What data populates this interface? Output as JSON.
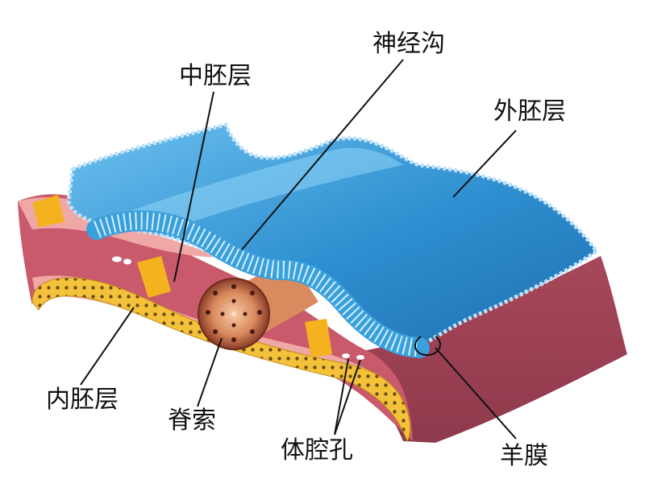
{
  "labels": {
    "neural_groove": "神经沟",
    "mesoderm": "中胚层",
    "ectoderm": "外胚层",
    "endoderm": "内胚层",
    "notochord": "脊索",
    "coelom": "体腔孔",
    "amnion": "羊膜"
  },
  "colors": {
    "ectoderm_blue": "#2e8fd0",
    "ectoderm_light": "#6cc0ee",
    "mesoderm_pink": "#c95a6c",
    "tissue_dark": "#8e3a4c",
    "tissue_light": "#efa8a6",
    "endoderm_yellow": "#f3c23a",
    "notochord_brown": "#b8663e"
  }
}
